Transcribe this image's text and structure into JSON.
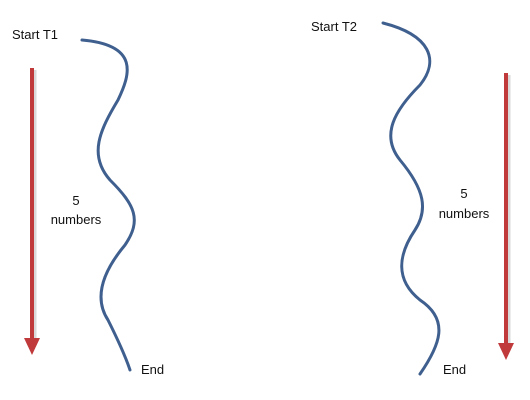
{
  "thread1": {
    "start_label": "Start T1",
    "count": "5",
    "unit": "numbers",
    "end_label": "End"
  },
  "thread2": {
    "start_label": "Start T2",
    "count": "5",
    "unit": "numbers",
    "end_label": "End"
  },
  "colors": {
    "wave": "#3f5f8f",
    "arrow": "#c0393b",
    "arrow_shadow": "#d9d9d9"
  }
}
